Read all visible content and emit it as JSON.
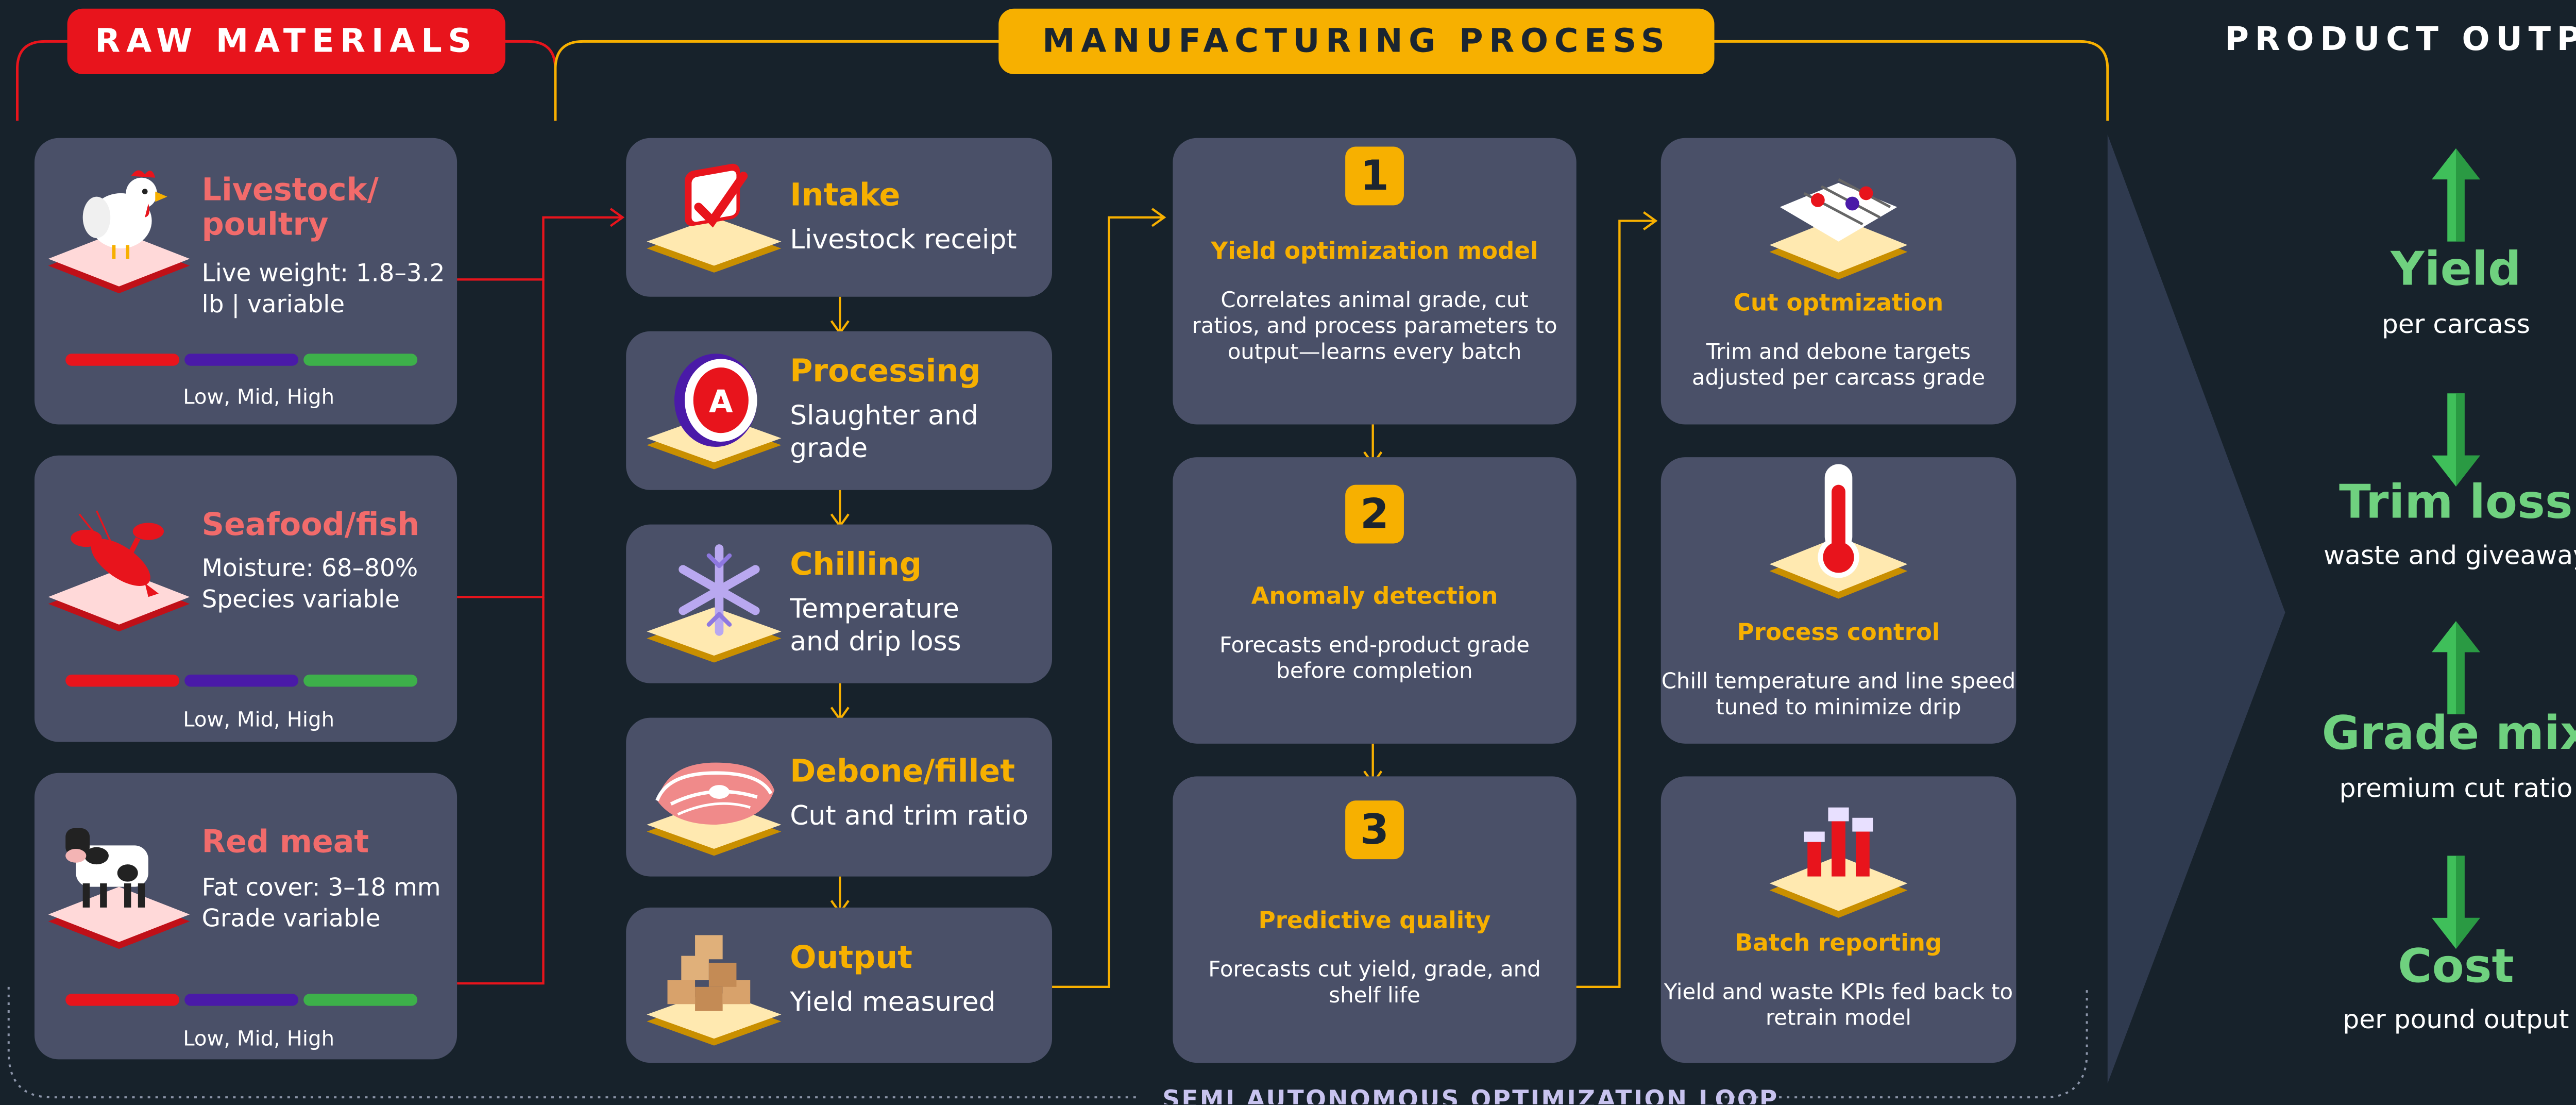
{
  "headers": {
    "raw_materials": "RAW MATERIALS",
    "manufacturing_process": "MANUFACTURING PROCESS",
    "product_outputs": "PRODUCT OUTPUTS"
  },
  "raw_materials": [
    {
      "title": "Livestock/ poultry",
      "desc": "Live weight: 1.8–3.2 lb | variable",
      "scale_caption": "Low, Mid, High",
      "icon": "chicken-icon"
    },
    {
      "title": "Seafood/fish",
      "desc": "Moisture: 68–80% Species variable",
      "scale_caption": "Low, Mid, High",
      "icon": "lobster-icon"
    },
    {
      "title": "Red meat",
      "desc": "Fat cover: 3–18 mm Grade variable",
      "scale_caption": "Low, Mid, High",
      "icon": "cow-icon"
    }
  ],
  "scale_colors": [
    "#e8141c",
    "#4a1aa8",
    "#3db04a"
  ],
  "process_steps": [
    {
      "title": "Intake",
      "desc": "Livestock receipt",
      "icon": "checkbox-icon"
    },
    {
      "title": "Processing",
      "desc": "Slaughter and grade",
      "icon": "grade-seal-icon"
    },
    {
      "title": "Chilling",
      "desc": "Temperature and drip loss",
      "icon": "snowflake-icon"
    },
    {
      "title": "Debone/fillet",
      "desc": "Cut and trim ratio",
      "icon": "fish-steak-icon"
    },
    {
      "title": "Output",
      "desc": "Yield measured",
      "icon": "boxes-icon"
    }
  ],
  "models": [
    {
      "number": "1",
      "title": "Yield optimization model",
      "desc": "Correlates animal grade, cut ratios, and process parameters to output—learns every batch"
    },
    {
      "number": "2",
      "title": "Anomaly detection",
      "desc": "Forecasts end-product grade before completion"
    },
    {
      "number": "3",
      "title": "Predictive quality",
      "desc": "Forecasts cut yield, grade, and shelf life"
    }
  ],
  "applications": [
    {
      "title": "Cut optmization",
      "desc": "Trim and debone targets adjusted per carcass grade",
      "icon": "sliders-icon"
    },
    {
      "title": "Process control",
      "desc": "Chill temperature and line speed tuned to minimize drip",
      "icon": "thermometer-icon"
    },
    {
      "title": "Batch reporting",
      "desc": "Yield and waste KPIs fed back to retrain model",
      "icon": "bar-chart-icon"
    }
  ],
  "outputs": [
    {
      "title": "Yield",
      "sub": "per carcass",
      "direction": "up"
    },
    {
      "title": "Trim loss",
      "sub": "waste and giveaway",
      "direction": "down"
    },
    {
      "title": "Grade mix",
      "sub": "premium cut ratio",
      "direction": "up"
    },
    {
      "title": "Cost",
      "sub": "per pound output",
      "direction": "down"
    }
  ],
  "loop_label": "SEMI AUTONOMOUS OPTIMIZATION LOOP",
  "colors": {
    "background": "#17222b",
    "card": "#4a5068",
    "accent_yellow": "#f7b000",
    "accent_red": "#e8141c",
    "raw_title": "#f26b6b",
    "output_green": "#6fd17f"
  }
}
